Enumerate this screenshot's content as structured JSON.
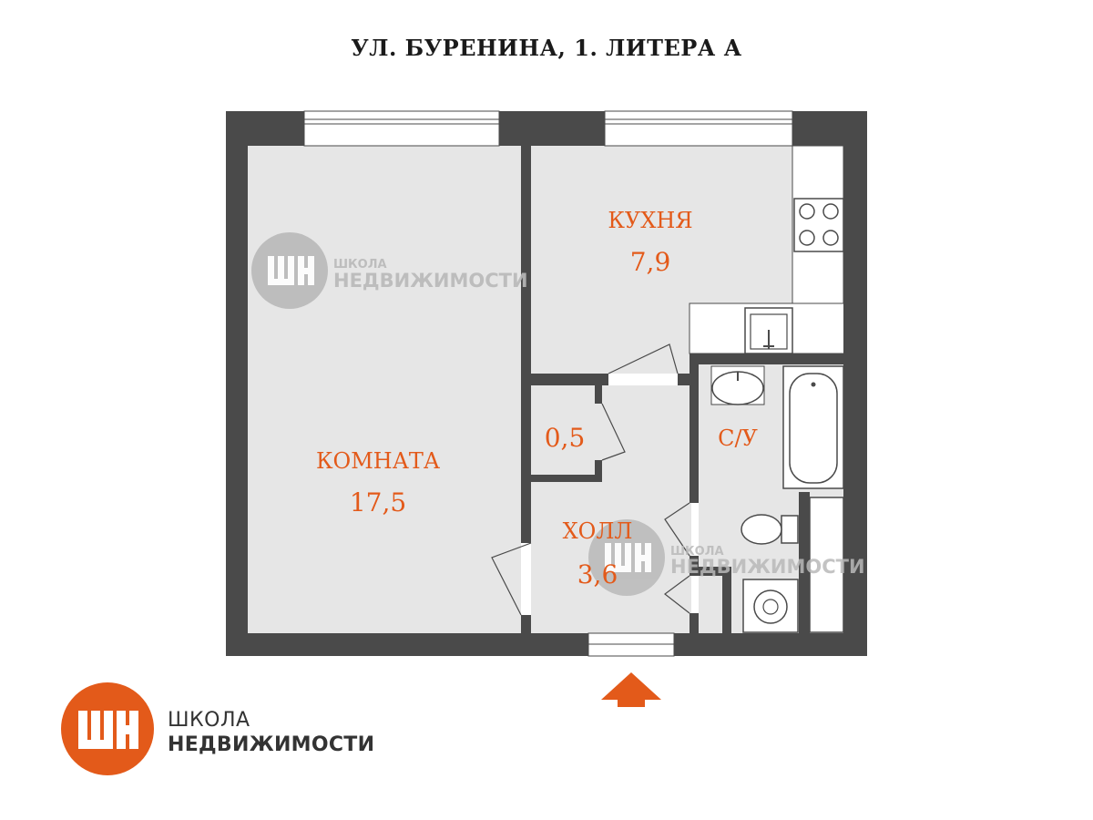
{
  "title": "УЛ. БУРЕНИНА, 1. ЛИТЕРА А",
  "colors": {
    "accent": "#e35a1a",
    "wall": "#4a4a4a",
    "floor": "#e6e6e6",
    "watermark": "#b9b9b9"
  },
  "rooms": {
    "room": {
      "label": "КОМНАТА",
      "area": "17,5"
    },
    "kitchen": {
      "label": "КУХНЯ",
      "area": "7,9"
    },
    "closet": {
      "area": "0,5"
    },
    "hall": {
      "label": "ХОЛЛ",
      "area": "3,6"
    },
    "bathroom": {
      "label": "С/У"
    }
  },
  "watermark": {
    "line1": "ШКОЛА",
    "line2": "НЕДВИЖИМОСТИ"
  },
  "brand": {
    "logo_icon": "shn-logo-icon",
    "line1": "ШКОЛА",
    "line2": "НЕДВИЖИМОСТИ"
  },
  "entrance_icon": "entrance-arrow-icon"
}
